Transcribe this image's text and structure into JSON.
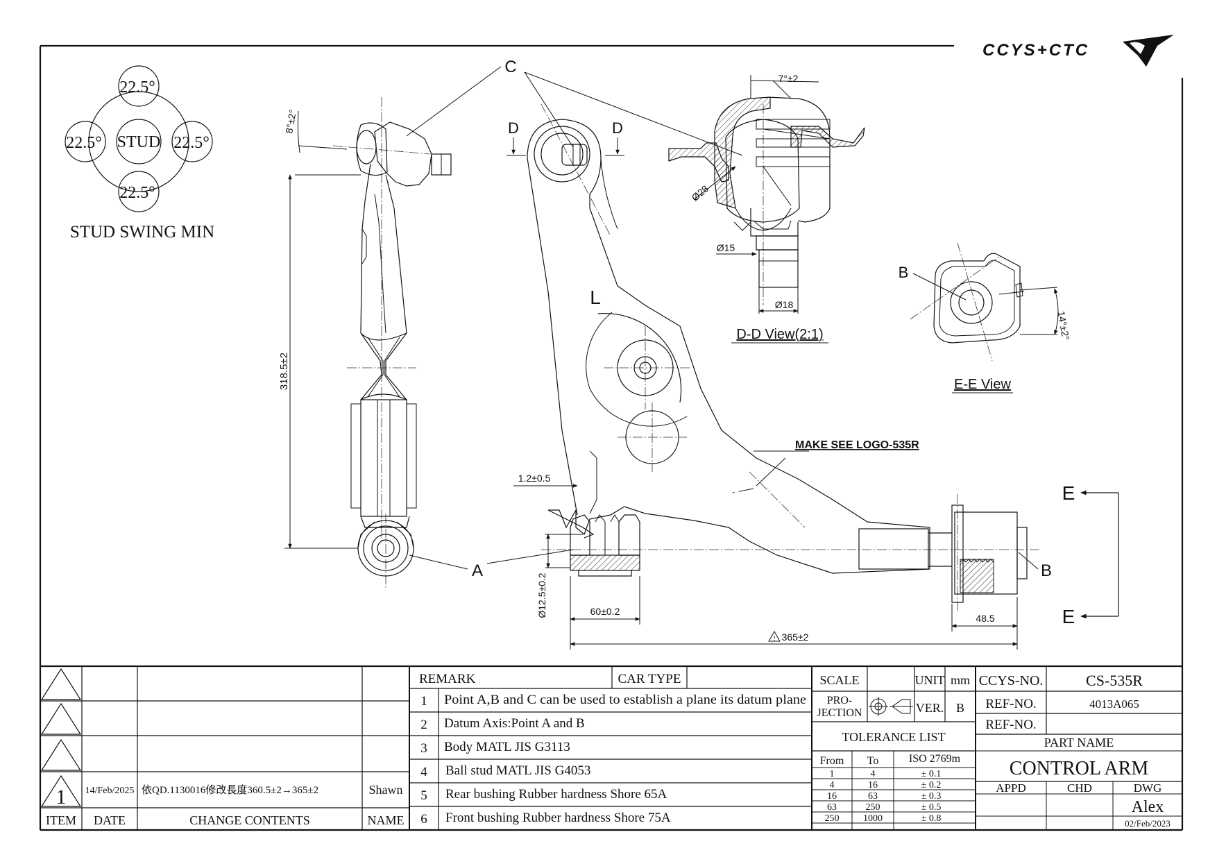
{
  "logo": {
    "text": "CCYS+CTC"
  },
  "stud_swing": {
    "center": "STUD",
    "angles": [
      "22.5°",
      "22.5°",
      "22.5°",
      "22.5°"
    ],
    "caption": "STUD SWING MIN"
  },
  "callouts": {
    "a": "A",
    "b_top": "B",
    "b_bottom": "B",
    "c": "C",
    "d_left": "D",
    "d_right": "D",
    "l": "L",
    "e_top": "E",
    "e_bottom": "E"
  },
  "dims": {
    "tilt": "8°±2°",
    "height": "318.5±2",
    "dd_angle": "7°±2",
    "dd_d28": "Ø28",
    "dd_d15": "Ø15",
    "dd_d18": "Ø18",
    "ee_angle": "14°±2°",
    "gap": "1.2±0.5",
    "bush_dia": "Ø12.5±0.2",
    "bush_width": "60±0.2",
    "overall": "365±2",
    "rear_width": "48.5",
    "logo_note": "MAKE SEE LOGO-535R"
  },
  "views": {
    "dd": "D-D View(2:1)",
    "ee": "E-E View"
  },
  "revision_table": {
    "headers": {
      "item": "ITEM",
      "date": "DATE",
      "contents": "CHANGE CONTENTS",
      "name": "NAME"
    },
    "rows": [
      {
        "item": "",
        "date": "",
        "contents": "",
        "name": ""
      },
      {
        "item": "",
        "date": "",
        "contents": "",
        "name": ""
      },
      {
        "item": "",
        "date": "",
        "contents": "",
        "name": ""
      },
      {
        "item": "1",
        "date": "14/Feb/2025",
        "contents": "依QD.1130016修改長度360.5±2→365±2",
        "name": "Shawn"
      }
    ]
  },
  "remark": {
    "label": "REMARK",
    "car_type_label": "CAR TYPE",
    "car_type_value": "",
    "items": [
      {
        "no": "1",
        "text": "Point A,B and C can be used to establish a plane its datum plane"
      },
      {
        "no": "2",
        "text": "Datum Axis:Point A and B"
      },
      {
        "no": "3",
        "text": "Body MATL JIS G3113"
      },
      {
        "no": "4",
        "text": "Ball stud MATL JIS G4053"
      },
      {
        "no": "5",
        "text": "Rear bushing Rubber hardness Shore 65A"
      },
      {
        "no": "6",
        "text": "Front bushing Rubber hardness Shore 75A"
      }
    ]
  },
  "scale_block": {
    "scale_label": "SCALE",
    "scale_value": "",
    "unit_label": "UNIT",
    "unit_value": "mm",
    "projection_label_1": "PRO-",
    "projection_label_2": "JECTION",
    "ver_label": "VER.",
    "ver_value": "B",
    "tolerance_title": "TOLERANCE LIST",
    "tol_headers": {
      "from": "From",
      "to": "To",
      "std": "ISO 2769m"
    },
    "tol_rows": [
      {
        "from": "1",
        "to": "4",
        "tol": "± 0.1"
      },
      {
        "from": "4",
        "to": "16",
        "tol": "± 0.2"
      },
      {
        "from": "16",
        "to": "63",
        "tol": "± 0.3"
      },
      {
        "from": "63",
        "to": "250",
        "tol": "± 0.5"
      },
      {
        "from": "250",
        "to": "1000",
        "tol": "± 0.8"
      }
    ]
  },
  "part_block": {
    "ccys_no_label": "CCYS-NO.",
    "ccys_no": "CS-535R",
    "ref_no_label_1": "REF-NO.",
    "ref_no_1": "4013A065",
    "ref_no_label_2": "REF-NO.",
    "ref_no_2": "",
    "part_name_label": "PART NAME",
    "part_name": "CONTROL ARM",
    "appd_label": "APPD",
    "chd_label": "CHD",
    "dwg_label": "DWG",
    "appd": "",
    "chd": "",
    "dwg": "Alex",
    "dwg_date": "02/Feb/2023"
  }
}
